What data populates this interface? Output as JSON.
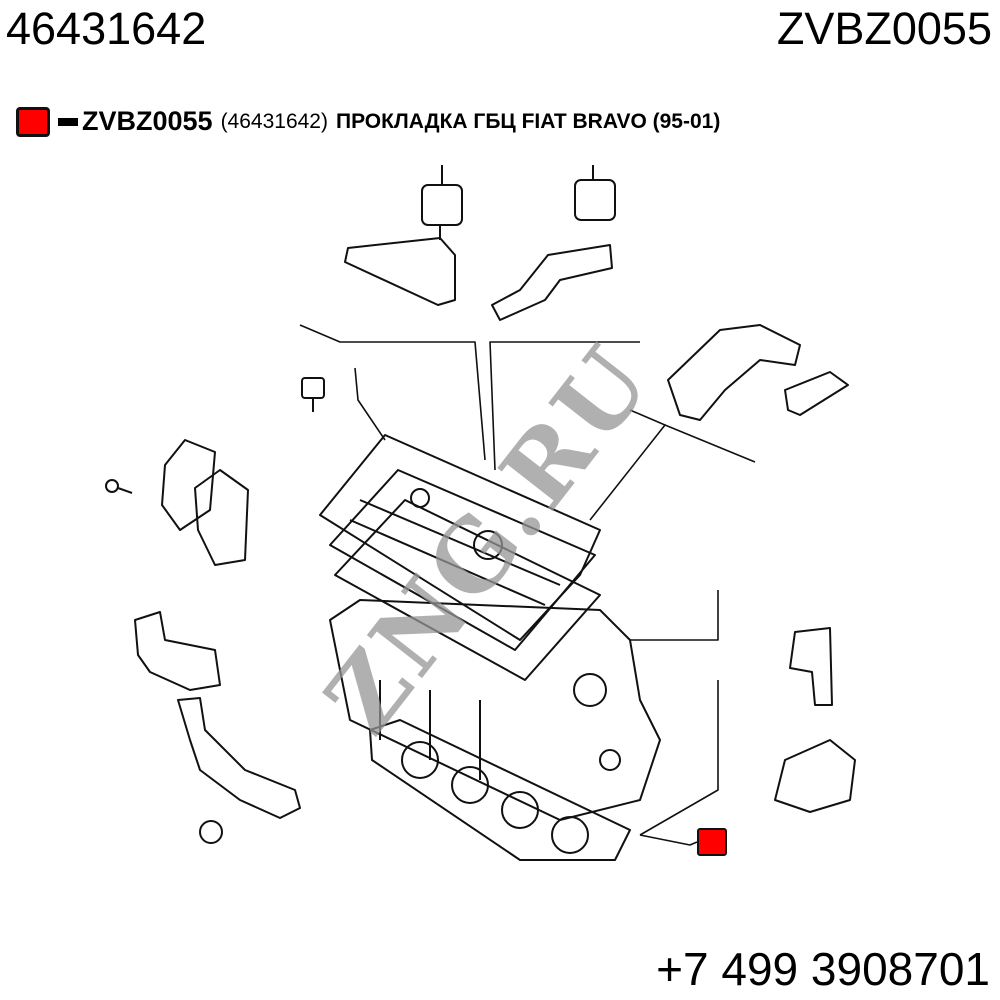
{
  "header": {
    "part_number": "46431642",
    "catalog_code": "ZVBZ0055"
  },
  "legend": {
    "color": "#ff0000",
    "code": "ZVBZ0055",
    "part_number": "(46431642)",
    "description": "ПРОКЛАДКА ГБЦ FIAT BRAVO (95-01)"
  },
  "watermark": "ZNG.RU",
  "footer": {
    "phone": "+7 499 3908701"
  }
}
